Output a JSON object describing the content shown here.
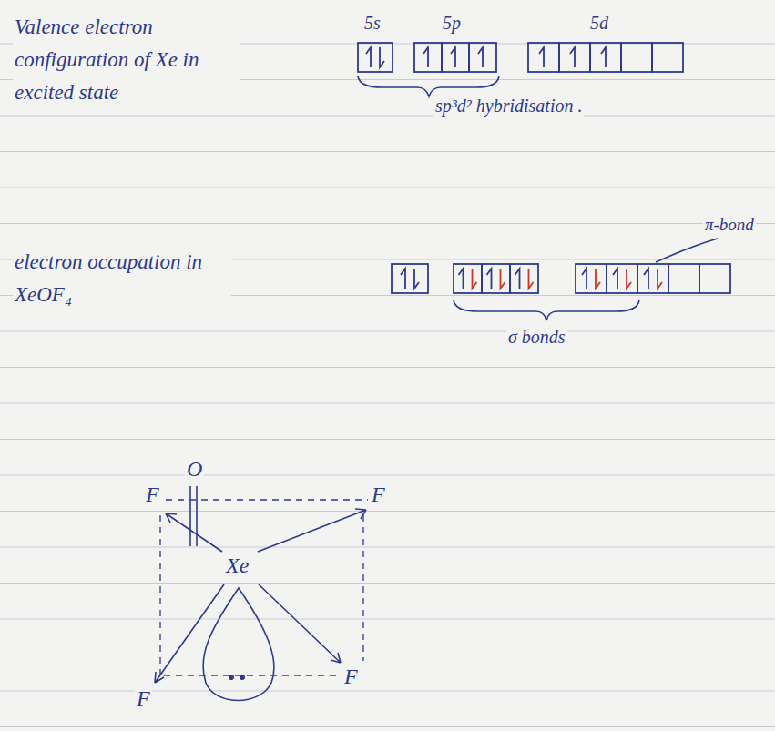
{
  "diagram": {
    "labels": [
      "Valence electron configuration of Xe in excited state",
      "5s",
      "5p",
      "5d",
      "sp³d² hybridisation .",
      "π-bond",
      "electron occupation in XeOF₄",
      "σ bonds",
      "O",
      "F",
      "F",
      "Xe",
      "F",
      "F"
    ]
  }
}
